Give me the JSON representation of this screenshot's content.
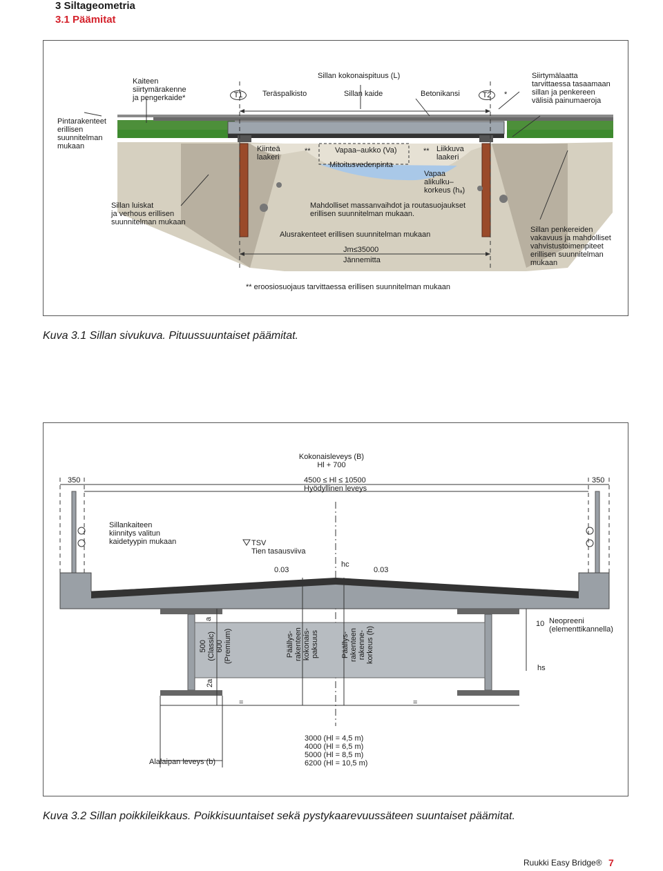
{
  "header": {
    "section": "3 Siltageometria",
    "subsection": "3.1 Päämitat"
  },
  "figure1": {
    "labels": {
      "kaide": "Kaiteen\nsiirtymärakenne\nja pengerkaide*",
      "t1": "T1",
      "terasp": "Teräspalkisto",
      "kokpit": "Sillan kokonaispituus (L)",
      "kaide2": "Sillan kaide",
      "betoni": "Betonikansi",
      "t2": "T2",
      "star": "*",
      "siirt": "Siirtymälaatta\ntarvittaessa tasaamaan\nsillan ja penkereen\nvälisiä painumaeroja",
      "pinta": "Pintarakenteet\nerillisen\nsuunnitelman\nmukaan",
      "kiintea": "Kiinteä\nlaakeri",
      "ss1": "**",
      "vapaa": "Vapaa–aukko (Va)",
      "ss2": "**",
      "liikkuva": "Liikkuva\nlaakeri",
      "mitoitus": "Mitoitusvedenpinta",
      "vapaaAli": "Vapaa\nalikulku–\nkorkeus (hₐ)",
      "luiskat": "Sillan luiskat\nja verhous erillisen\nsuunnitelman mukaan",
      "massan": "Mahdolliset massanvaihdot ja routasuojaukset\nerillisen suunnitelman mukaan.",
      "alus": "Alusrakenteet erillisen suunnitelman mukaan",
      "jm": "Jm≤35000",
      "jannemitta": "Jännemitta",
      "penker": "Sillan penkereiden\nvakavuus ja mahdolliset\nvahvistustoimenpiteet\nerillisen suunnitelman\nmukaan",
      "eroosio": "** eroosiosuojaus tarvittaessa erillisen suunnitelman mukaan"
    },
    "caption": "Kuva 3.1 Sillan sivukuva. Pituussuuntaiset päämitat."
  },
  "figure2": {
    "labels": {
      "kokleveys": "Kokonaisleveys (B)\nHl + 700",
      "w350a": "350",
      "hl": "4500 ≤ Hl ≤ 10500\nHyödyllinen leveys",
      "w350b": "350",
      "kiinnitys": "Sillankaiteen\nkiinnitys valitun\nkaidetyypin mukaan",
      "tsv": "TSV\nTien tasausviiva",
      "hc": "hc",
      "s1": "0.03",
      "s2": "0.03",
      "a": "a",
      "classic": "500\n(Classic)\n600\n(Premium)",
      "a2": "2a",
      "kokpaks": "Päällys-\nrakenteen\nkokonais-\npaksuus",
      "korkeus": "Päällys-\nrakenteen\nrakenne-\nkorkeus (h)",
      "ten": "10",
      "neopreeni": "Neopreeni\n(elementtikannella)",
      "hs": "hs",
      "eq1": "=",
      "eq2": "=",
      "alalaippa": "Alalaipan leveys (b)",
      "mitat": "3000 (Hl = 4,5 m)\n4000 (Hl = 6,5 m)\n5000 (Hl = 8,5 m)\n6200 (Hl = 10,5 m)"
    },
    "caption": "Kuva 3.2 Sillan poikkileikkaus. Poikkisuuntaiset sekä pystykaarevuussäteen suuntaiset päämitat."
  },
  "footer": {
    "brand": "Ruukki Easy Bridge®",
    "page": "7"
  },
  "colors": {
    "accent": "#d4212b",
    "grass": "#3d8a2e",
    "soil": "#cfc8b8",
    "water": "#a9c8e8",
    "pile": "#9a4a2a",
    "steel": "#9aa0a6"
  }
}
